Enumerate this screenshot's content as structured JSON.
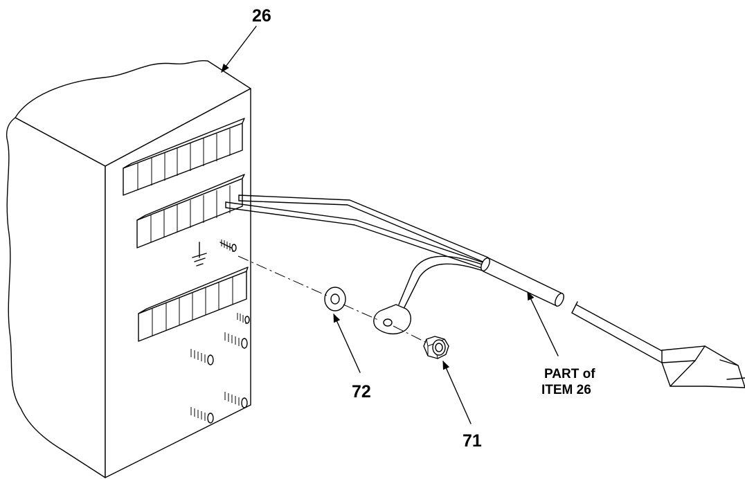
{
  "callouts": {
    "item_26": "26",
    "item_72": "72",
    "item_71": "71",
    "part_of_line1": "PART of",
    "part_of_line2": "ITEM 26"
  }
}
